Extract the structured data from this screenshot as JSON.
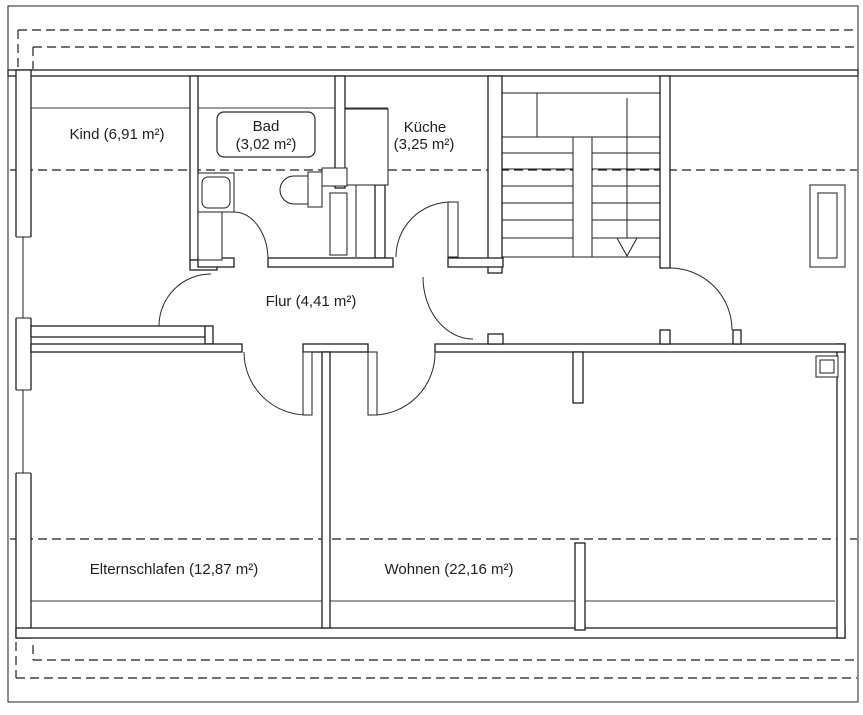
{
  "drawing": {
    "type": "architectural floor plan",
    "unit": "m²",
    "background_color": "#ffffff",
    "line_color": "#1f1f1f"
  },
  "rooms": [
    {
      "id": "kind",
      "label": "Kind (6,91 m²)",
      "name": "Kind",
      "area": "6,91 m²"
    },
    {
      "id": "bad",
      "label_line1": "Bad",
      "label_line2": "(3,02 m²)",
      "name": "Bad",
      "area": "3,02 m²"
    },
    {
      "id": "kueche",
      "label_line1": "Küche",
      "label_line2": "(3,25 m²)",
      "name": "Küche",
      "area": "3,25 m²"
    },
    {
      "id": "flur",
      "label": "Flur (4,41 m²)",
      "name": "Flur",
      "area": "4,41 m²"
    },
    {
      "id": "elternschlafen",
      "label": "Elternschlafen (12,87 m²)",
      "name": "Elternschlafen",
      "area": "12,87 m²"
    },
    {
      "id": "wohnen",
      "label": "Wohnen (22,16 m²)",
      "name": "Wohnen",
      "area": "22,16 m²"
    }
  ],
  "icons": {
    "stair_direction": "down-arrow"
  }
}
